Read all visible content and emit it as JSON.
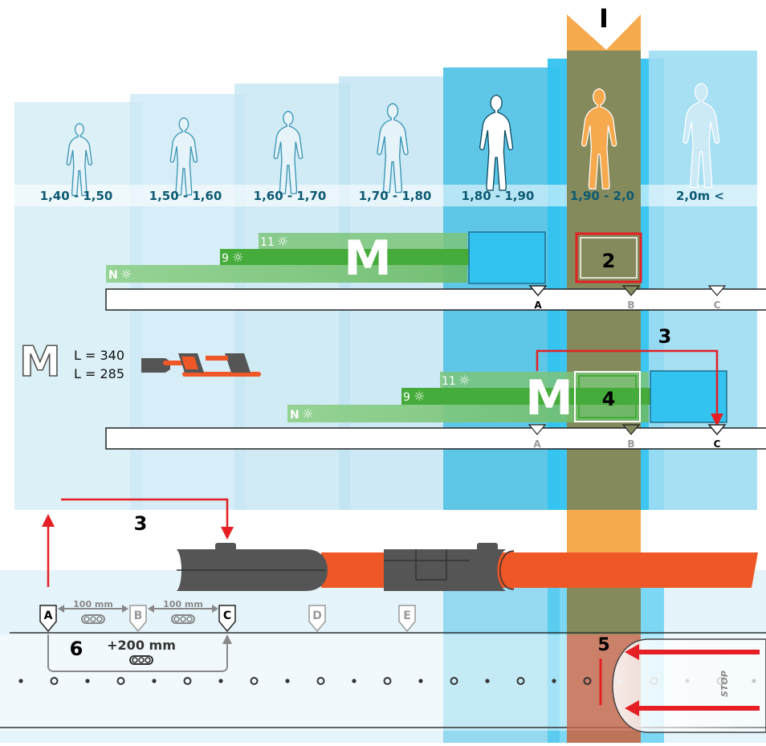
{
  "top_marker": "I",
  "size_ranges": [
    "1,40 - 1,50",
    "1,50 - 1,60",
    "1,60 - 1,70",
    "1,70 - 1,80",
    "1,80 - 1,90",
    "1,90 - 2,0",
    "2,0m <"
  ],
  "highlighted_range": "1,90 - 2,0",
  "model_letter": "M",
  "callouts": {
    "c2": "2",
    "c3_top": "3",
    "c4": "4",
    "c3_bottom": "3",
    "c5": "5",
    "c6": "6"
  },
  "rails": {
    "upper": {
      "labels": [
        "A",
        "B",
        "C"
      ],
      "n_tag": "N",
      "bar9_tag": "9",
      "bar11_tag": "11"
    },
    "lower": {
      "labels": [
        "A",
        "B",
        "C"
      ],
      "n_tag": "N",
      "bar9_tag": "9",
      "bar11_tag": "11"
    }
  },
  "legend": {
    "L1": "L = 340",
    "L2": "L = 285"
  },
  "pin_labels": [
    "A",
    "B",
    "C",
    "D",
    "E"
  ],
  "spacing": {
    "ab": "100 mm",
    "bc": "100 mm",
    "extra": "+200 mm"
  },
  "stop_text": "STOP",
  "colors": {
    "blue": "#33c3f0",
    "orange": "#f7a94e",
    "olive": "#848a5b",
    "green": "#45ab3a",
    "red": "#e51f24",
    "cable": "#ef5726",
    "navy": "#0d5a73"
  }
}
